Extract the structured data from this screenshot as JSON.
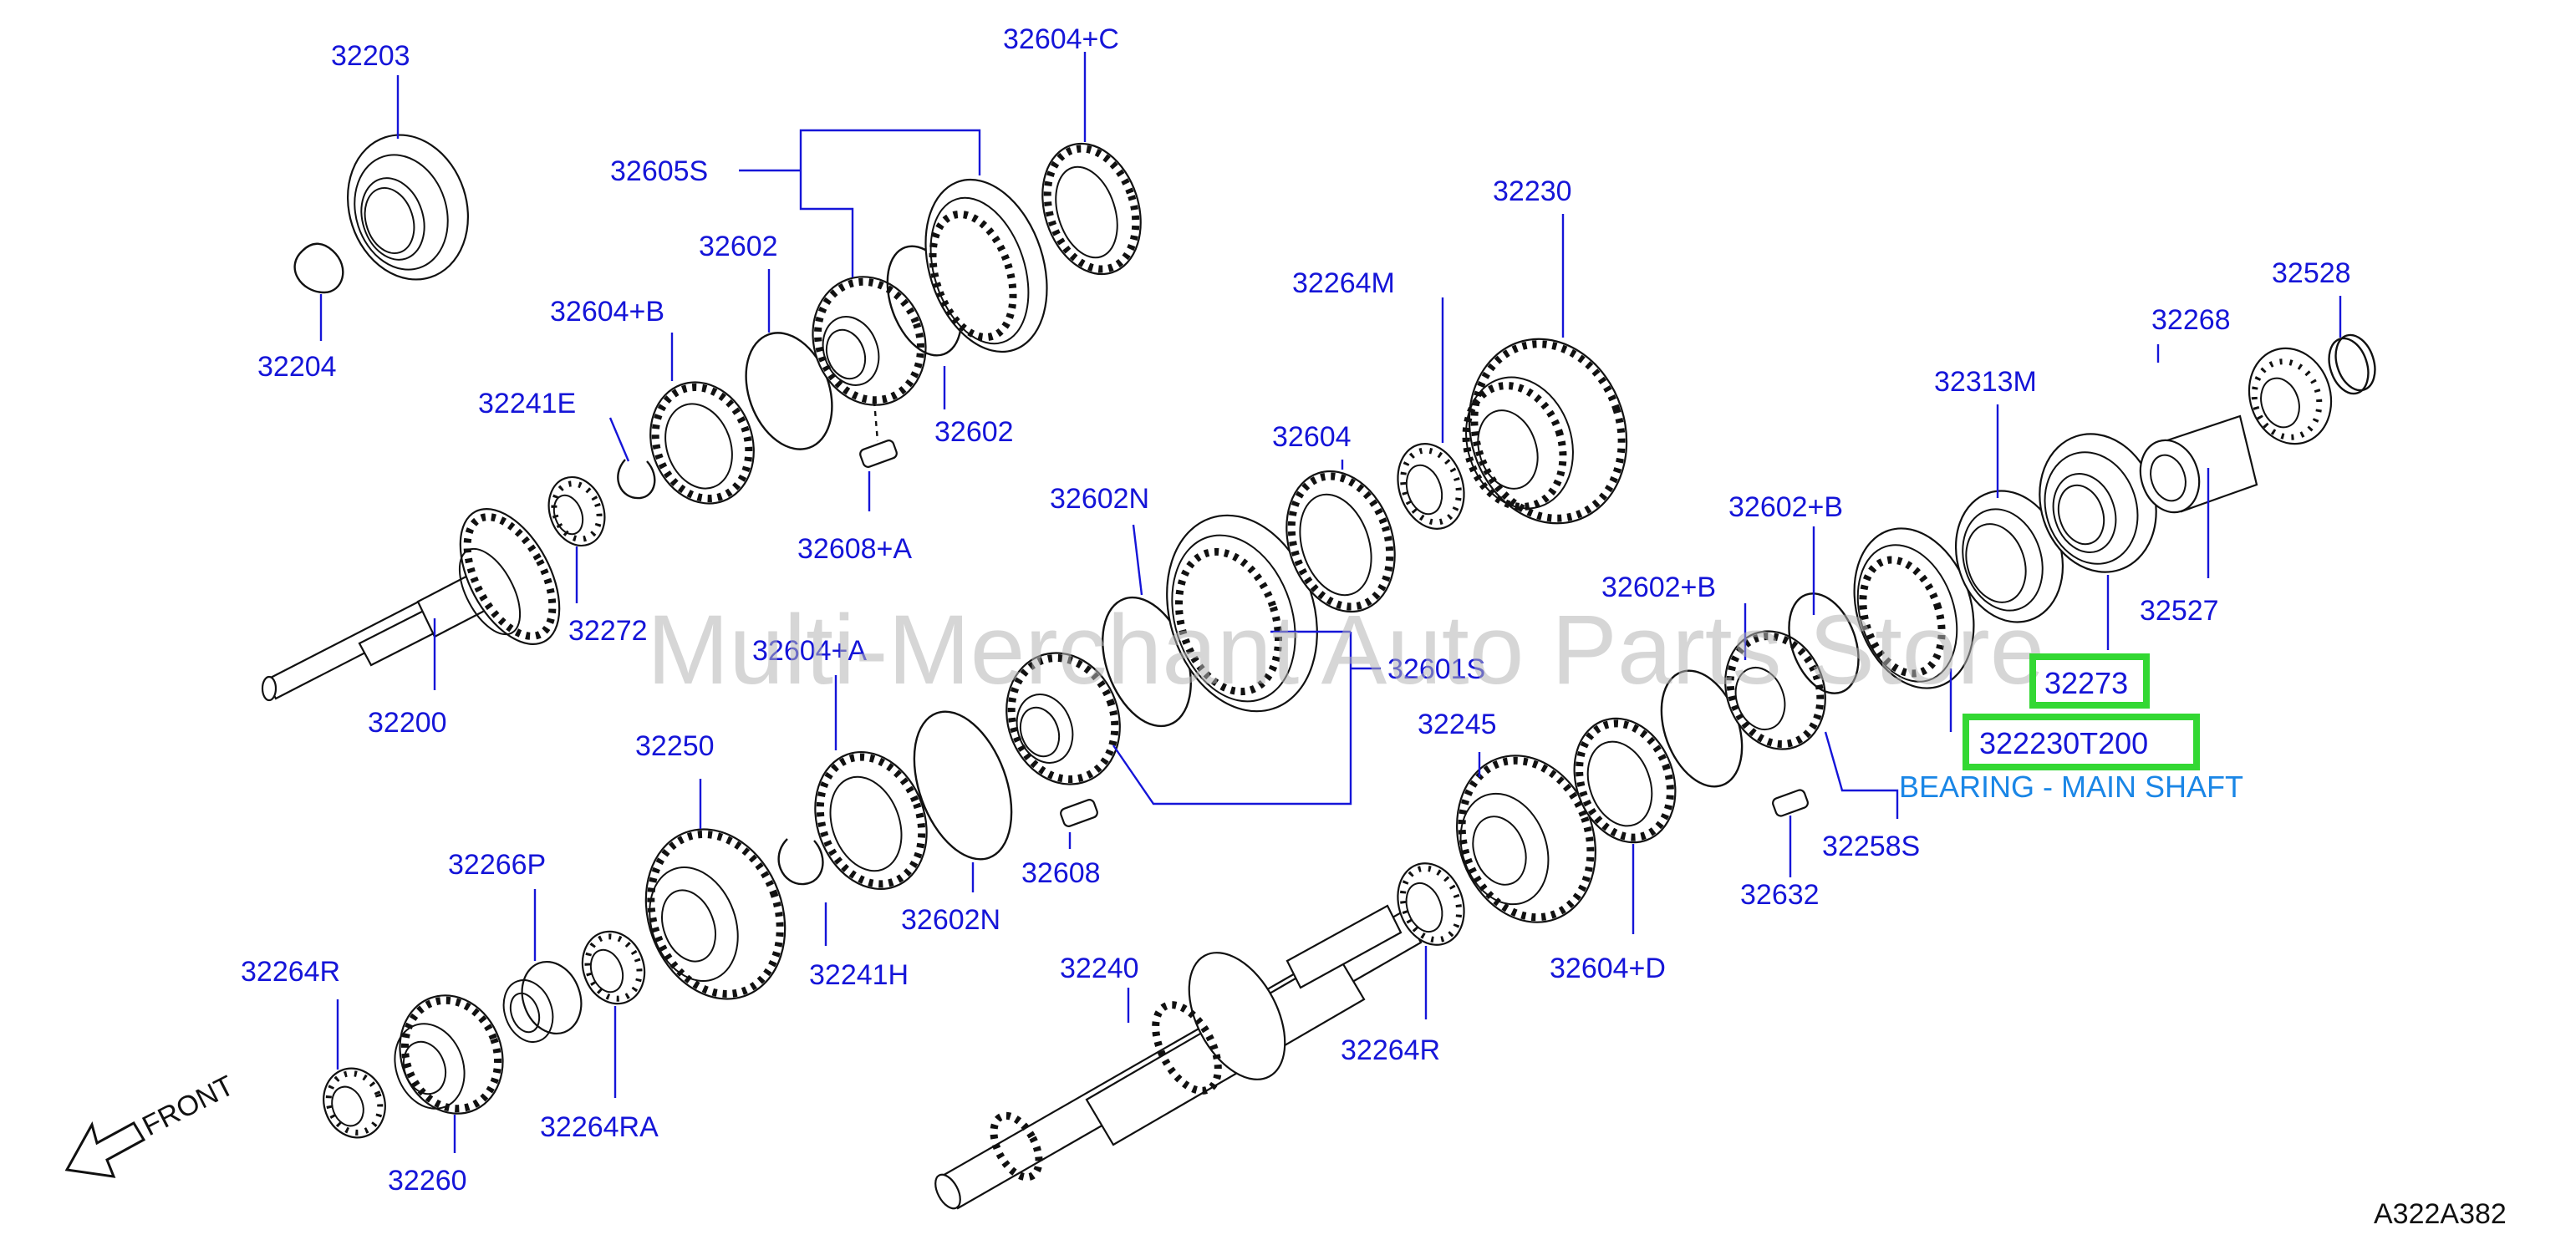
{
  "labels": {
    "p32203": "32203",
    "p32604C": "32604+C",
    "p32605S": "32605S",
    "p32602_top": "32602",
    "p32604B": "32604+B",
    "p32204": "32204",
    "p32241E": "32241E",
    "p32602_mid": "32602",
    "p32608A": "32608+A",
    "p32272": "32272",
    "p32200": "32200",
    "p32230": "32230",
    "p32264M": "32264M",
    "p32604": "32604",
    "p32602N_top": "32602N",
    "p32604A": "32604+A",
    "p32601S": "32601S",
    "p32250": "32250",
    "p32266P": "32266P",
    "p32608": "32608",
    "p32602N_bot": "32602N",
    "p32241H": "32241H",
    "p32264R_left": "32264R",
    "p32264RA": "32264RA",
    "p32260": "32260",
    "p32240": "32240",
    "p32264R_right": "32264R",
    "p32245": "32245",
    "p32604D": "32604+D",
    "p32602B_mid": "32602+B",
    "p32602B_top": "32602+B",
    "p32632": "32632",
    "p32258S": "32258S",
    "p32313M": "32313M",
    "p32268": "32268",
    "p32528": "32528",
    "p32527": "32527"
  },
  "highlight": {
    "ref_number": "32273",
    "part_number": "322230T200",
    "description": "BEARING - MAIN SHAFT",
    "box_color": "#33d833"
  },
  "watermark": "Multi-Merchant Auto Parts Store",
  "orientation_label": "FRONT",
  "diagram_code": "A322A382",
  "colors": {
    "label": "#1515d8",
    "description": "#1a86e6",
    "line_art": "#111111"
  }
}
